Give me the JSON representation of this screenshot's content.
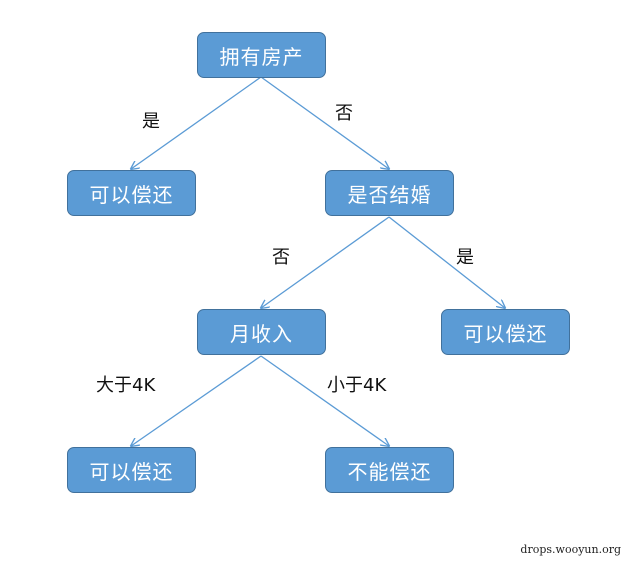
{
  "nodes": {
    "root": "拥有房产",
    "repay_house": "可以偿还",
    "married_q": "是否结婚",
    "income_q": "月收入",
    "repay_married": "可以偿还",
    "repay_high_income": "可以偿还",
    "cannot_repay": "不能偿还"
  },
  "edges": {
    "root_yes": "是",
    "root_no": "否",
    "married_no": "否",
    "married_yes": "是",
    "income_high": "大于4K",
    "income_low": "小于4K"
  },
  "colors": {
    "node_fill": "#5b9bd5",
    "node_border": "#41719c",
    "edge": "#5b9bd5"
  },
  "watermark": "drops.wooyun.org"
}
